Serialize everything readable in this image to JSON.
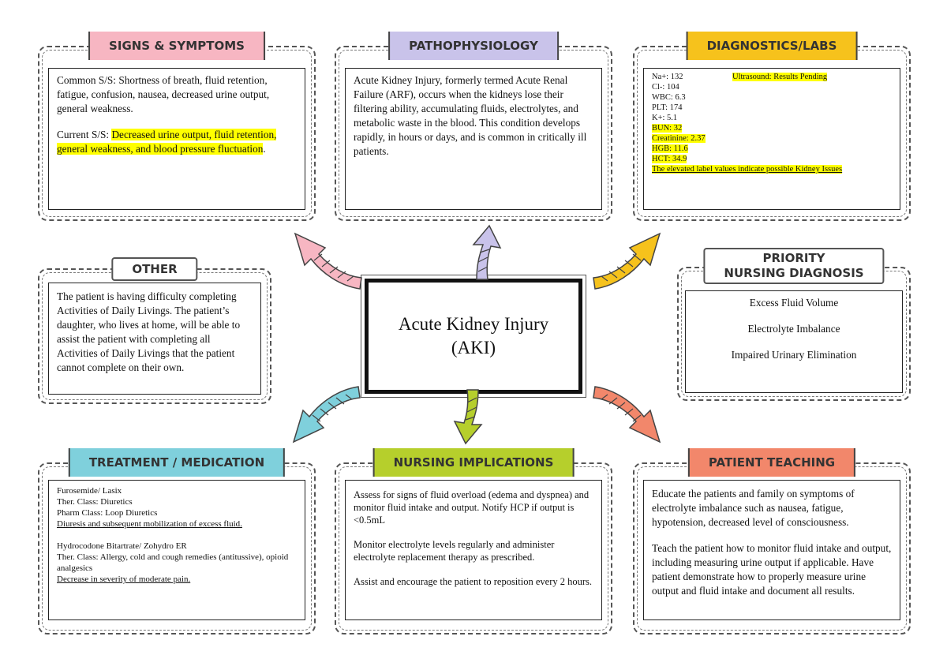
{
  "center": {
    "line1": "Acute Kidney Injury",
    "line2": "(AKI)"
  },
  "signs": {
    "title": "SIGNS & SYMPTOMS",
    "common": "Common S/S: Shortness of breath, fluid retention, fatigue, confusion, nausea, decreased urine output, general weakness.",
    "current_prefix": "Current S/S: ",
    "current_highlight": "Decreased urine output, fluid retention, general weakness, and blood pressure fluctuation",
    "current_suffix": "."
  },
  "patho": {
    "title": "PATHOPHYSIOLOGY",
    "text": "Acute Kidney Injury, formerly termed Acute Renal Failure (ARF), occurs when the kidneys lose their filtering ability, accumulating fluids, electrolytes, and metabolic waste in the blood. This condition develops rapidly, in hours or days, and is common in critically ill patients."
  },
  "labs": {
    "title": "DIAGNOSTICS/LABS",
    "ultrasound": "Ultrasound: Results Pending",
    "normal": [
      "Na+: 132",
      "Cl-: 104",
      "WBC: 6.3",
      "PLT: 174",
      "K+: 5.1"
    ],
    "elevated": [
      "BUN: 32",
      "Creatinine: 2.37",
      "HGB: 11.6",
      "HCT: 34.9"
    ],
    "note": "The elevated label values indicate possible Kidney Issues"
  },
  "other": {
    "title": "OTHER",
    "text": "The patient is having difficulty completing Activities of Daily Livings. The patient’s daughter, who lives at home, will be able to assist the patient with completing all Activities of Daily Livings that the patient cannot complete on their own."
  },
  "priority": {
    "title_line1": "PRIORITY",
    "title_line2": "NURSING DIAGNOSIS",
    "items": [
      "Excess Fluid Volume",
      "Electrolyte Imbalance",
      "Impaired Urinary Elimination"
    ]
  },
  "treatment": {
    "title": "TREATMENT / MEDICATION",
    "med1": {
      "name": "Furosemide/ Lasix",
      "ther": "Ther. Class: Diuretics",
      "pharm": "Pharm Class: Loop Diuretics",
      "effect": "Diuresis and subsequent mobilization of excess fluid."
    },
    "med2": {
      "name": "Hydrocodone Bitartrate/ Zohydro ER",
      "ther": "Ther. Class: Allergy, cold and cough remedies (antitussive), opioid analgesics",
      "effect": "Decrease in severity of moderate pain."
    }
  },
  "nursing": {
    "title": "NURSING IMPLICATIONS",
    "p1": "Assess for signs of fluid overload (edema and dyspnea) and monitor fluid intake and output. Notify HCP if output is <0.5mL",
    "p2": "Monitor electrolyte levels regularly and administer electrolyte replacement therapy as prescribed.",
    "p3": "Assist and encourage the patient to reposition every 2 hours."
  },
  "teaching": {
    "title": "PATIENT TEACHING",
    "p1": "Educate the patients and family on symptoms of electrolyte imbalance such as nausea, fatigue, hypotension, decreased level of consciousness.",
    "p2": "Teach the patient how to monitor fluid intake and output, including measuring urine output if applicable. Have patient demonstrate how to properly measure urine output and fluid intake and document all results."
  },
  "colors": {
    "signs": "#f7b6c2",
    "patho": "#c9c3ea",
    "labs": "#f6c21c",
    "treatment": "#7fd0dc",
    "nursing": "#b6cf2c",
    "teaching": "#f2876b",
    "highlight": "#ffff00"
  },
  "arrows": [
    "pink-arrow",
    "lavender-arrow",
    "yellow-arrow",
    "teal-arrow",
    "green-arrow",
    "orange-arrow"
  ]
}
